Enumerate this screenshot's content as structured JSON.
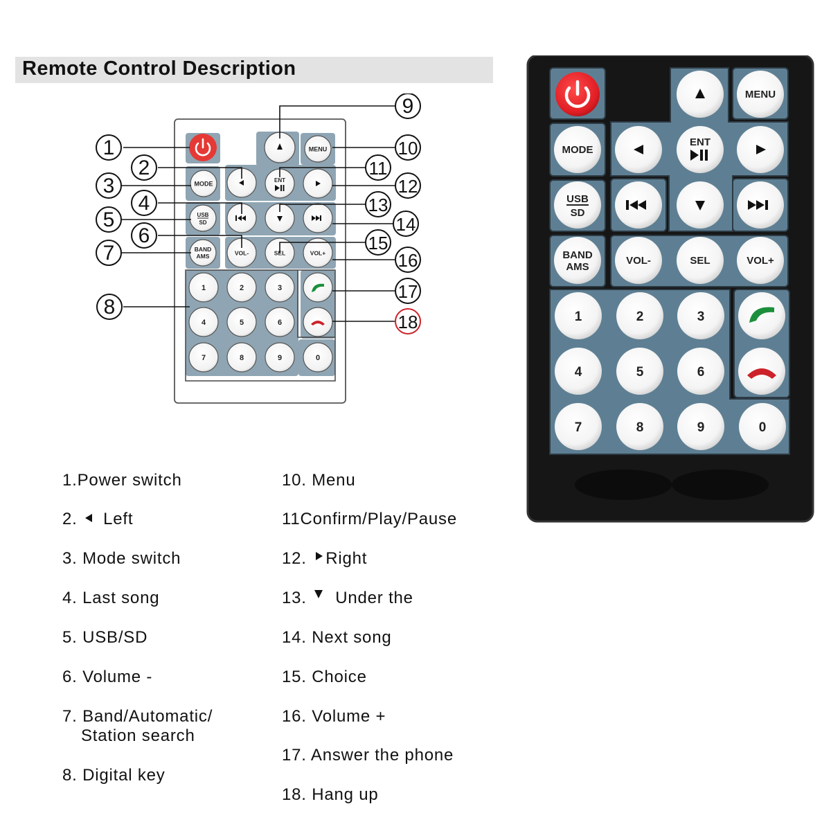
{
  "title": "Remote Control Description",
  "diagram": {
    "buttons": {
      "mode": "MODE",
      "menu": "MENU",
      "ent": "ENT",
      "usb": "USB",
      "sd": "SD",
      "band": "BAND",
      "ams": "AMS",
      "vol_minus": "VOL-",
      "sel": "SEL",
      "vol_plus": "VOL+",
      "digits": [
        "1",
        "2",
        "3",
        "4",
        "5",
        "6",
        "7",
        "8",
        "9",
        "0"
      ]
    },
    "callouts": [
      "1",
      "2",
      "3",
      "4",
      "5",
      "6",
      "7",
      "8",
      "9",
      "10",
      "11",
      "12",
      "13",
      "14",
      "15",
      "16",
      "17",
      "18"
    ]
  },
  "descriptions": {
    "left": [
      {
        "number": "1.",
        "text": "Power switch"
      },
      {
        "number": "2.",
        "icon": "left-triangle-icon",
        "text": "Left"
      },
      {
        "number": "3.",
        "text": " Mode switch"
      },
      {
        "number": "4.",
        "text": " Last song"
      },
      {
        "number": "5.",
        "text": " USB/SD"
      },
      {
        "number": "6.",
        "text": " Volume -"
      },
      {
        "number": "7.",
        "text": " Band/Automatic/",
        "text2": "Station search"
      },
      {
        "number": "8.",
        "text": " Digital key"
      }
    ],
    "right": [
      {
        "number": "10.",
        "text": " Menu"
      },
      {
        "number": "11",
        "text": "Confirm/Play/Pause"
      },
      {
        "number": "12.",
        "icon": "right-triangle-icon",
        "text": "Right"
      },
      {
        "number": "13.",
        "icon": "down-triangle-icon",
        "text": "Under the"
      },
      {
        "number": "14.",
        "text": " Next song"
      },
      {
        "number": "15.",
        "text": " Choice"
      },
      {
        "number": "16.",
        "text": " Volume +"
      },
      {
        "number": "17.",
        "text": " Answer the phone"
      },
      {
        "number": "18.",
        "text": " Hang up"
      }
    ]
  },
  "photo": {
    "buttons": {
      "menu": "MENU",
      "mode": "MODE",
      "ent": "ENT",
      "usb": "USB",
      "sd": "SD",
      "band": "BAND",
      "ams": "AMS",
      "vol_minus": "VOL-",
      "sel": "SEL",
      "vol_plus": "VOL+",
      "digits": [
        "1",
        "2",
        "3",
        "4",
        "5",
        "6",
        "7",
        "8",
        "9",
        "0"
      ]
    }
  },
  "colors": {
    "power": "#e01e25",
    "panel": "#5e7f93",
    "remote_body": "#161616",
    "call_green": "#1d8f3c",
    "hangup_red": "#cc2229"
  },
  "icons": [
    "power-icon",
    "up-arrow-icon",
    "left-arrow-icon",
    "right-arrow-icon",
    "down-arrow-icon",
    "play-pause-icon",
    "previous-track-icon",
    "next-track-icon",
    "phone-answer-icon",
    "phone-hangup-icon"
  ]
}
